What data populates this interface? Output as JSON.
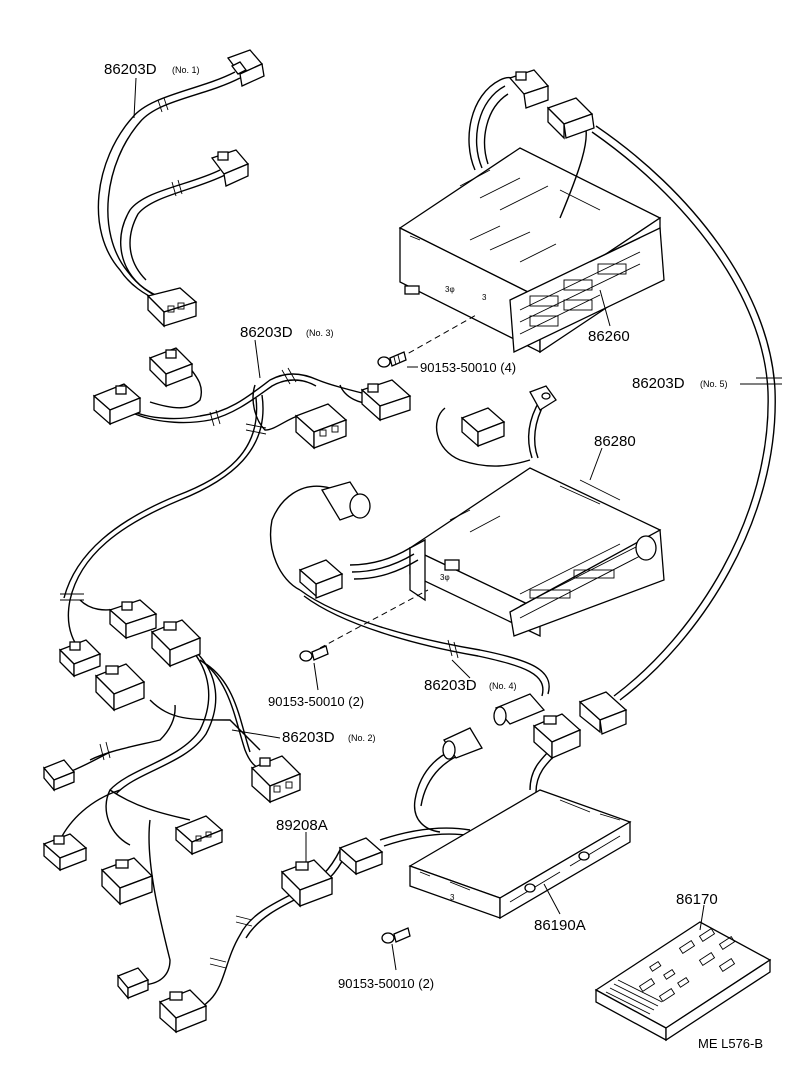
{
  "labels": {
    "harness_no1": {
      "part": "86203D",
      "sub": "(No. 1)"
    },
    "harness_no3": {
      "part": "86203D",
      "sub": "(No. 3)"
    },
    "harness_no5": {
      "part": "86203D",
      "sub": "(No. 5)"
    },
    "harness_no4": {
      "part": "86203D",
      "sub": "(No. 4)"
    },
    "harness_no2": {
      "part": "86203D",
      "sub": "(No. 2)"
    },
    "radio_upper": "86260",
    "radio_lower": "86280",
    "screw_4": "90153-50010 (4)",
    "screw_2a": "90153-50010 (2)",
    "screw_2b": "90153-50010 (2)",
    "cable_89208a": "89208A",
    "amp_86190a": "86190A",
    "remote_86170": "86170",
    "ref_code": "ME L576-B"
  }
}
